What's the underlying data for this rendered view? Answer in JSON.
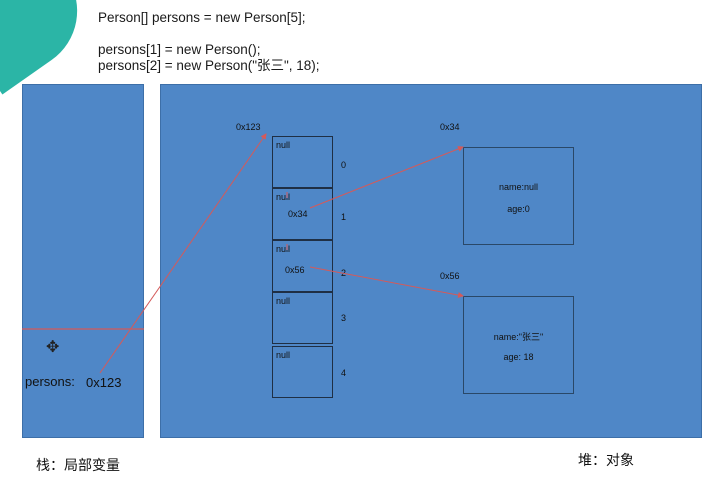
{
  "code": {
    "line1": "Person[] persons = new Person[5];",
    "line2": "persons[1] = new Person();",
    "line3": "persons[2] = new Person(\"张三\", 18);"
  },
  "stack": {
    "var_label": "persons:",
    "var_value": "0x123",
    "caption": "栈：局部变量"
  },
  "heap": {
    "caption": "堆：对象",
    "array_address": "0x123",
    "cells": [
      {
        "content": "null",
        "ref": "",
        "index": "0"
      },
      {
        "content": "null",
        "ref": "0x34",
        "index": "1"
      },
      {
        "content": "null",
        "ref": "0x56",
        "index": "2"
      },
      {
        "content": "null",
        "ref": "",
        "index": "3"
      },
      {
        "content": "null",
        "ref": "",
        "index": "4"
      }
    ],
    "objects": [
      {
        "address": "0x34",
        "field1": "name:null",
        "field2": "age:0"
      },
      {
        "address": "0x56",
        "field1": "name:\"张三\"",
        "field2": "age: 18"
      }
    ]
  },
  "colors": {
    "panel": "#4f87c7",
    "arrow": "#d45a5a",
    "accent": "#2bb5a6"
  }
}
